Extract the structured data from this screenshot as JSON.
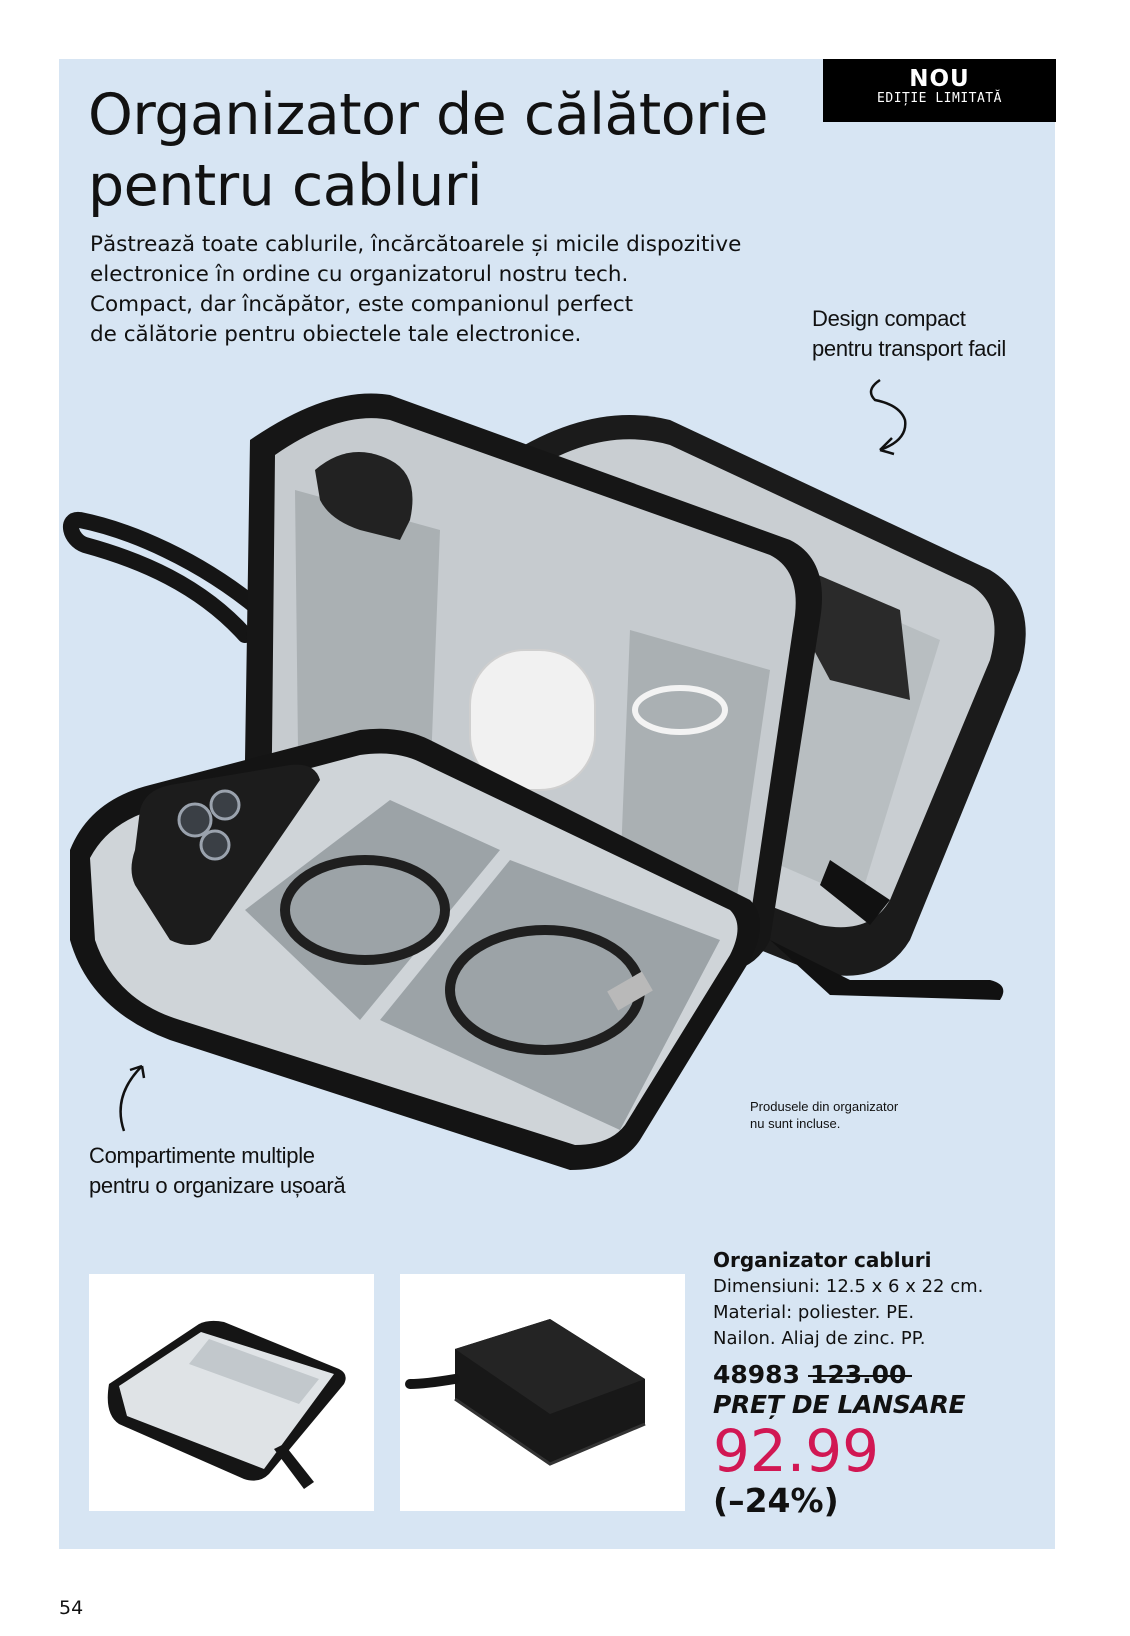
{
  "badge": {
    "label": "NOU",
    "sub": "EDIȚIE LIMITATĂ"
  },
  "title": "Organizator de călătorie pentru cabluri",
  "intro": "Păstrează toate cablurile, încărcătoarele și micile dispozitive\nelectronice în ordine cu organizatorul nostru tech.\nCompact, dar încăpător, este companionul perfect\nde călătorie pentru obiectele tale electronice.",
  "callouts": {
    "top": "Design compact\npentru transport facil",
    "left": "Compartimente multiple\npentru o organizare ușoară"
  },
  "note": "Produsele din organizator\nnu sunt incluse.",
  "product": {
    "name": "Organizator cabluri",
    "specs": "Dimensiuni: 12.5 x 6 x 22 cm.\nMaterial: poliester. PE.\nNailon. Aliaj de zinc. PP.",
    "code": "48983",
    "old_price": "123.00",
    "launch_label": "PREȚ DE LANSARE",
    "price": "92.99",
    "discount": "(–24%)"
  },
  "page_number": "54",
  "colors": {
    "panel": "#d7e5f3",
    "price": "#d11753",
    "badge": "#000000"
  }
}
